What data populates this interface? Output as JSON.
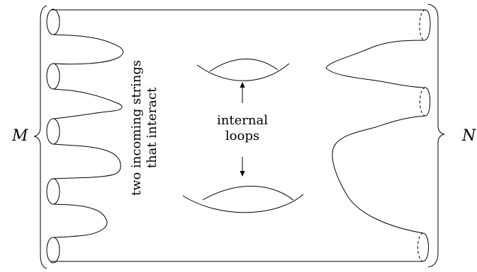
{
  "labels": {
    "left_boundary": "M",
    "right_boundary": "N",
    "annotation_incoming_line1": "two incoming strings",
    "annotation_incoming_line2": "that interact",
    "annotation_internal_line1": "internal",
    "annotation_internal_line2": "loops"
  }
}
